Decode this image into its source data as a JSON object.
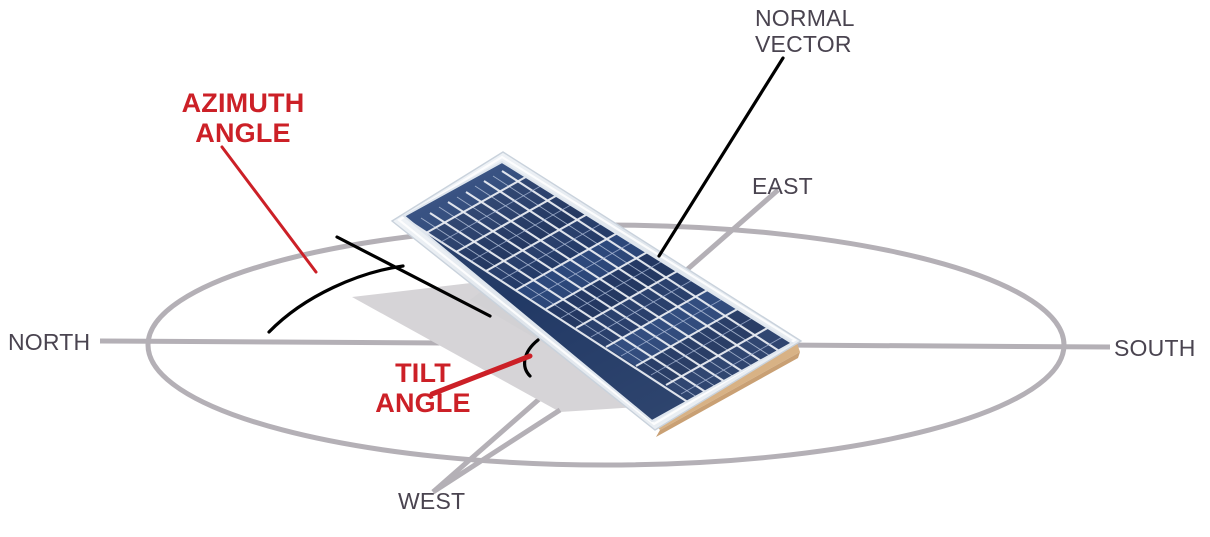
{
  "diagram": {
    "title": "Solar panel orientation diagram",
    "background_color": "#ffffff",
    "compass": {
      "north": "NORTH",
      "south": "SOUTH",
      "east": "EAST",
      "west": "WEST",
      "axis_color": "#b4b0b6",
      "label_color": "#4a4450"
    },
    "annotations": {
      "normal_vector": "NORMAL\nVECTOR",
      "azimuth_angle": "AZIMUTH\nANGLE",
      "tilt_angle": "TILT\nANGLE",
      "highlight_color": "#cc2027",
      "vector_color": "#000000"
    },
    "panel": {
      "cell_color_dark": "#1c3566",
      "cell_color_light": "#2c4a83",
      "grid_line_color": "#e8ecf2",
      "frame_color": "#e9edf2",
      "edge_color": "#cfa878",
      "shadow_color": "#d6d4d7",
      "cells_across": 6,
      "cells_down": 12
    }
  }
}
